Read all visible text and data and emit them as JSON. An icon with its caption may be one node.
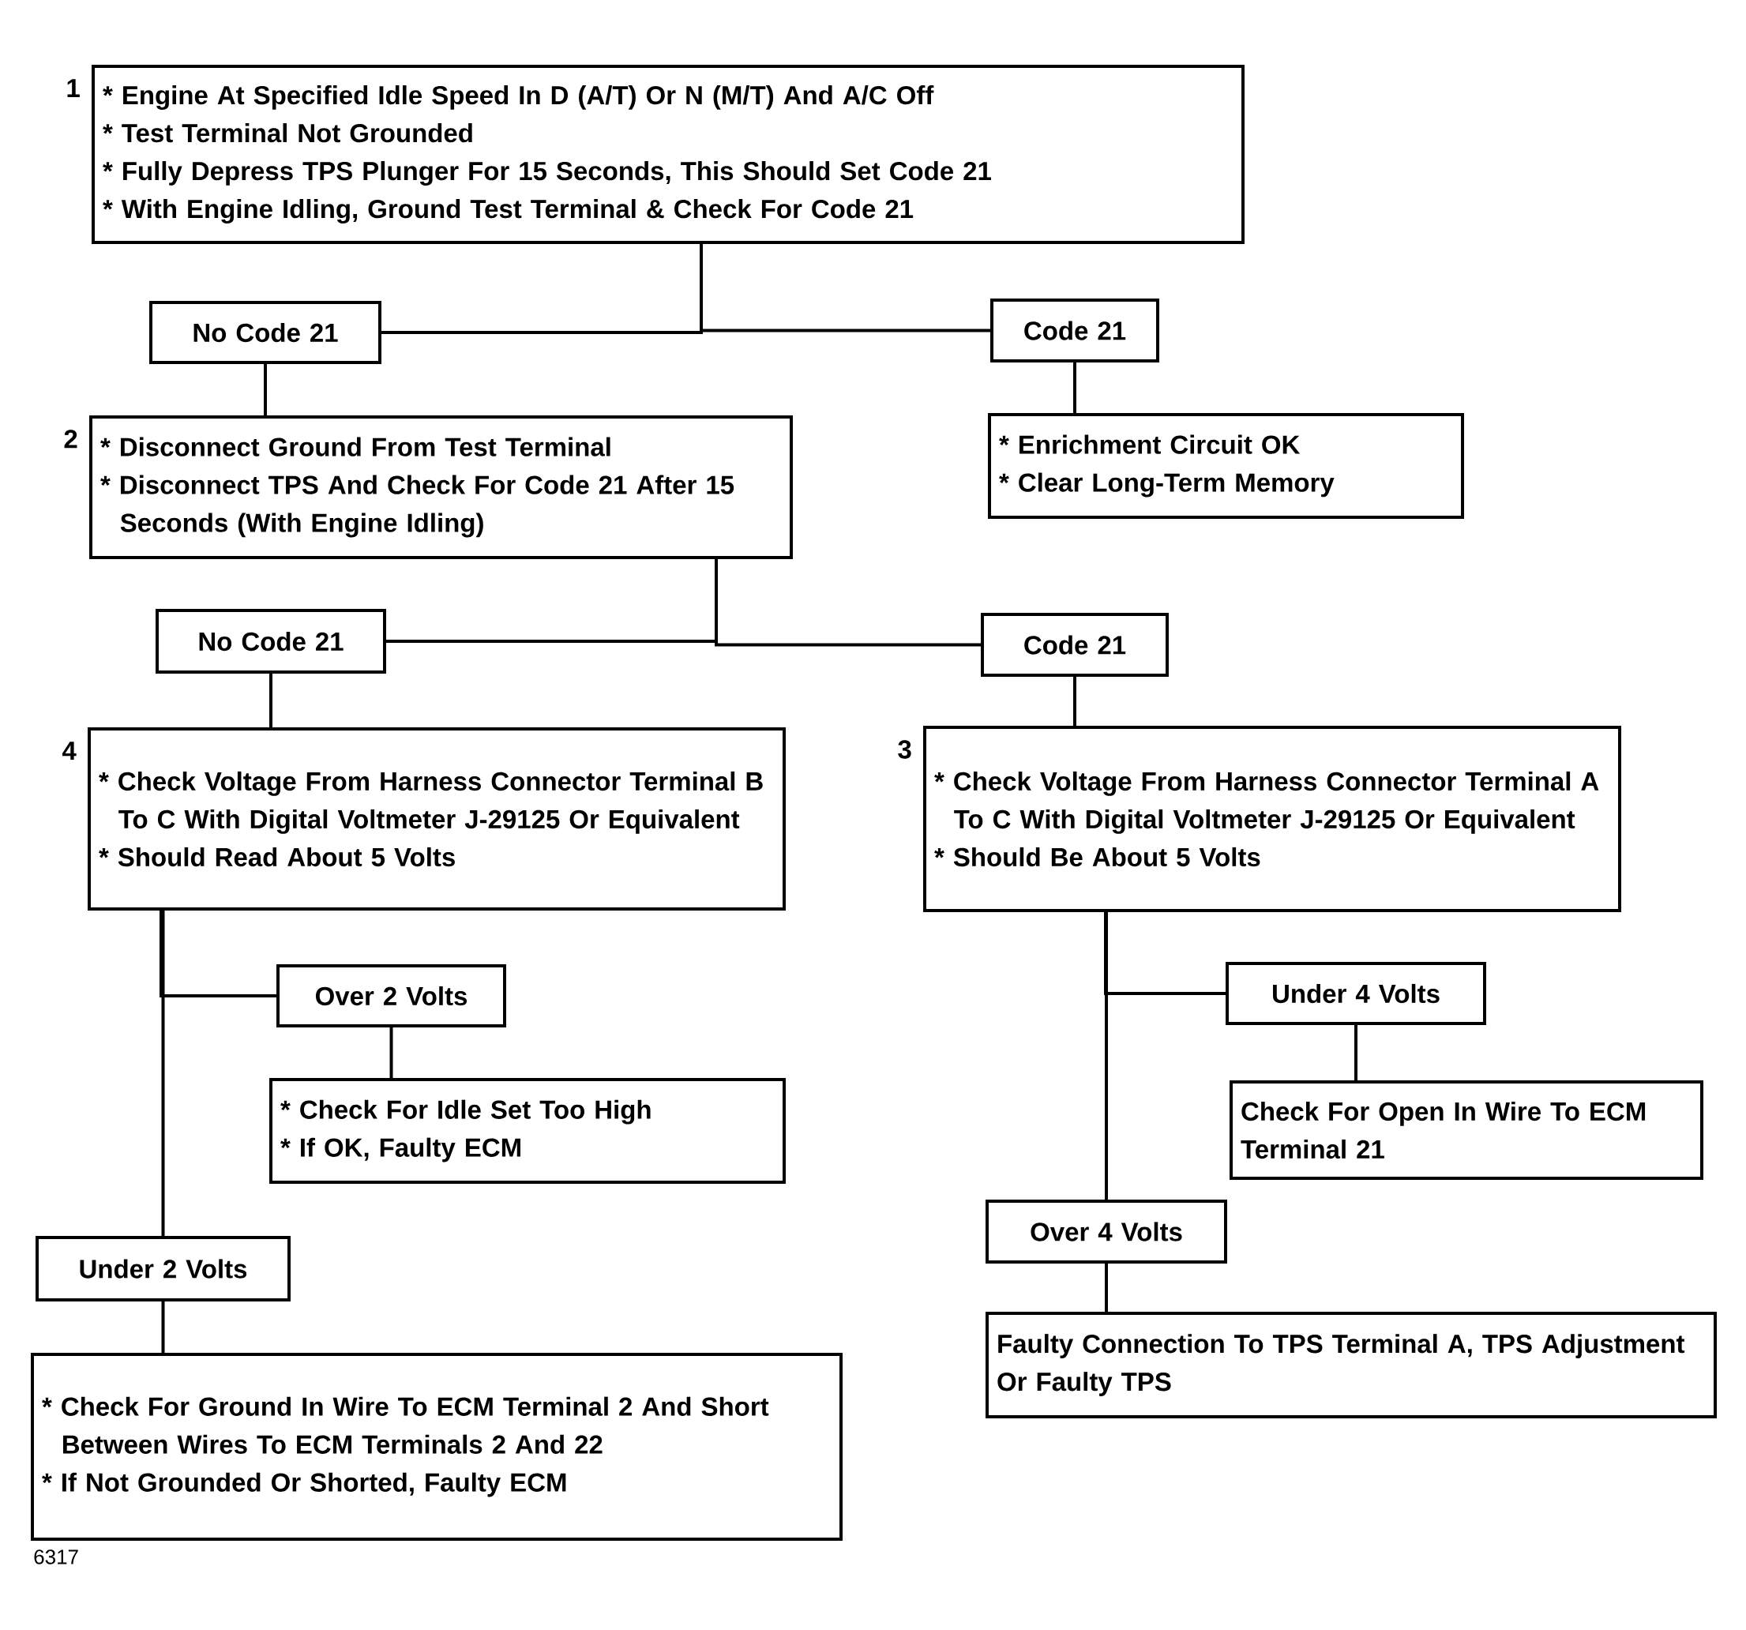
{
  "diagram": {
    "nodes": [
      {
        "text": [
          "* Engine At Specified Idle Speed In D (A/T) Or N (M/T) And A/C Off",
          "* Test Terminal Not Grounded",
          "* Fully Depress TPS Plunger For 15 Seconds, This Should Set Code 21",
          "* With Engine Idling, Ground Test Terminal & Check For Code 21"
        ],
        "beside": [
          "1"
        ]
      },
      {
        "text": [
          "No Code 21"
        ]
      },
      {
        "text": [
          "Code 21"
        ]
      },
      {
        "text": [
          "* Disconnect Ground From Test Terminal",
          "* Disconnect TPS And Check For Code 21 After 15 Seconds (With Engine Idling)"
        ],
        "beside": [
          "2"
        ]
      },
      {
        "text": [
          "* Enrichment Circuit OK",
          "* Clear Long-Term Memory"
        ]
      },
      {
        "text": [
          "No Code 21"
        ]
      },
      {
        "text": [
          "Code 21"
        ]
      },
      {
        "text": [
          "* Check Voltage From Harness Connector Terminal B To C With Digital Voltmeter J-29125 Or Equivalent",
          "* Should Read About 5 Volts"
        ],
        "beside": [
          "4"
        ]
      },
      {
        "text": [
          "* Check Voltage From Harness Connector Terminal A To C With Digital Voltmeter J-29125 Or Equivalent",
          "* Should Be About 5 Volts"
        ],
        "beside": [
          "3"
        ]
      },
      {
        "text": [
          "Over 2 Volts"
        ]
      },
      {
        "text": [
          "* Check For Idle Set Too High",
          "* If OK, Faulty ECM"
        ]
      },
      {
        "text": [
          "Under 2 Volts"
        ]
      },
      {
        "text": [
          "* Check For Ground In Wire To ECM Terminal 2 And Short Between Wires To ECM Terminals 2 And 22",
          "* If Not Grounded Or Shorted, Faulty ECM"
        ]
      },
      {
        "text": [
          "Under 4 Volts"
        ]
      },
      {
        "text": [
          "Check For Open In Wire To ECM Terminal 21"
        ]
      },
      {
        "text": [
          "Over 4 Volts"
        ]
      },
      {
        "text": [
          "Faulty Connection To TPS Terminal A, TPS Adjustment Or Faulty TPS"
        ]
      }
    ],
    "edges": [
      {
        "from": 0,
        "to": 1,
        "arrow": "none"
      },
      {
        "from": 0,
        "to": 2,
        "arrow": "none"
      },
      {
        "from": 1,
        "to": 3,
        "arrow": "none"
      },
      {
        "from": 2,
        "to": 4,
        "arrow": "none"
      },
      {
        "from": 3,
        "to": 5,
        "arrow": "none"
      },
      {
        "from": 3,
        "to": 6,
        "arrow": "none"
      },
      {
        "from": 5,
        "to": 7,
        "arrow": "none"
      },
      {
        "from": 6,
        "to": 8,
        "arrow": "none"
      },
      {
        "from": 7,
        "to": 9,
        "arrow": "none"
      },
      {
        "from": 7,
        "to": 11,
        "arrow": "none"
      },
      {
        "from": 9,
        "to": 10,
        "arrow": "none"
      },
      {
        "from": 11,
        "to": 12,
        "arrow": "none"
      },
      {
        "from": 8,
        "to": 13,
        "arrow": "none"
      },
      {
        "from": 8,
        "to": 15,
        "arrow": "none"
      },
      {
        "from": 13,
        "to": 14,
        "arrow": "none"
      },
      {
        "from": 15,
        "to": 16,
        "arrow": "none"
      }
    ],
    "labels": [
      "6317"
    ]
  }
}
